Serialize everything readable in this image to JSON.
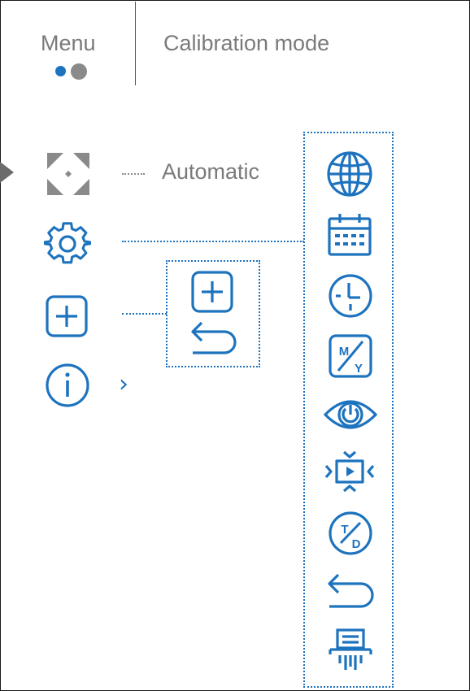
{
  "header": {
    "menu_label": "Menu",
    "title": "Calibration mode",
    "page_indicator": {
      "active": 1,
      "total": 2
    }
  },
  "main_menu": {
    "items": [
      {
        "icon": "crosshair-icon",
        "label": "Automatic"
      },
      {
        "icon": "gear-icon"
      },
      {
        "icon": "add-icon"
      },
      {
        "icon": "info-icon"
      }
    ]
  },
  "add_submenu": {
    "items": [
      {
        "icon": "add-icon"
      },
      {
        "icon": "return-icon"
      }
    ]
  },
  "settings_submenu": {
    "items": [
      {
        "icon": "globe-icon"
      },
      {
        "icon": "calendar-icon"
      },
      {
        "icon": "clock-icon"
      },
      {
        "icon": "units-icon",
        "text_top": "M",
        "text_bottom": "Y"
      },
      {
        "icon": "eye-power-icon"
      },
      {
        "icon": "display-frame-icon"
      },
      {
        "icon": "td-icon",
        "text_top": "T",
        "text_bottom": "D"
      },
      {
        "icon": "return-icon"
      },
      {
        "icon": "shredder-icon"
      }
    ]
  },
  "colors": {
    "accent": "#1e73be",
    "muted": "#7a7a7a",
    "pointer": "#6c6c6c"
  }
}
